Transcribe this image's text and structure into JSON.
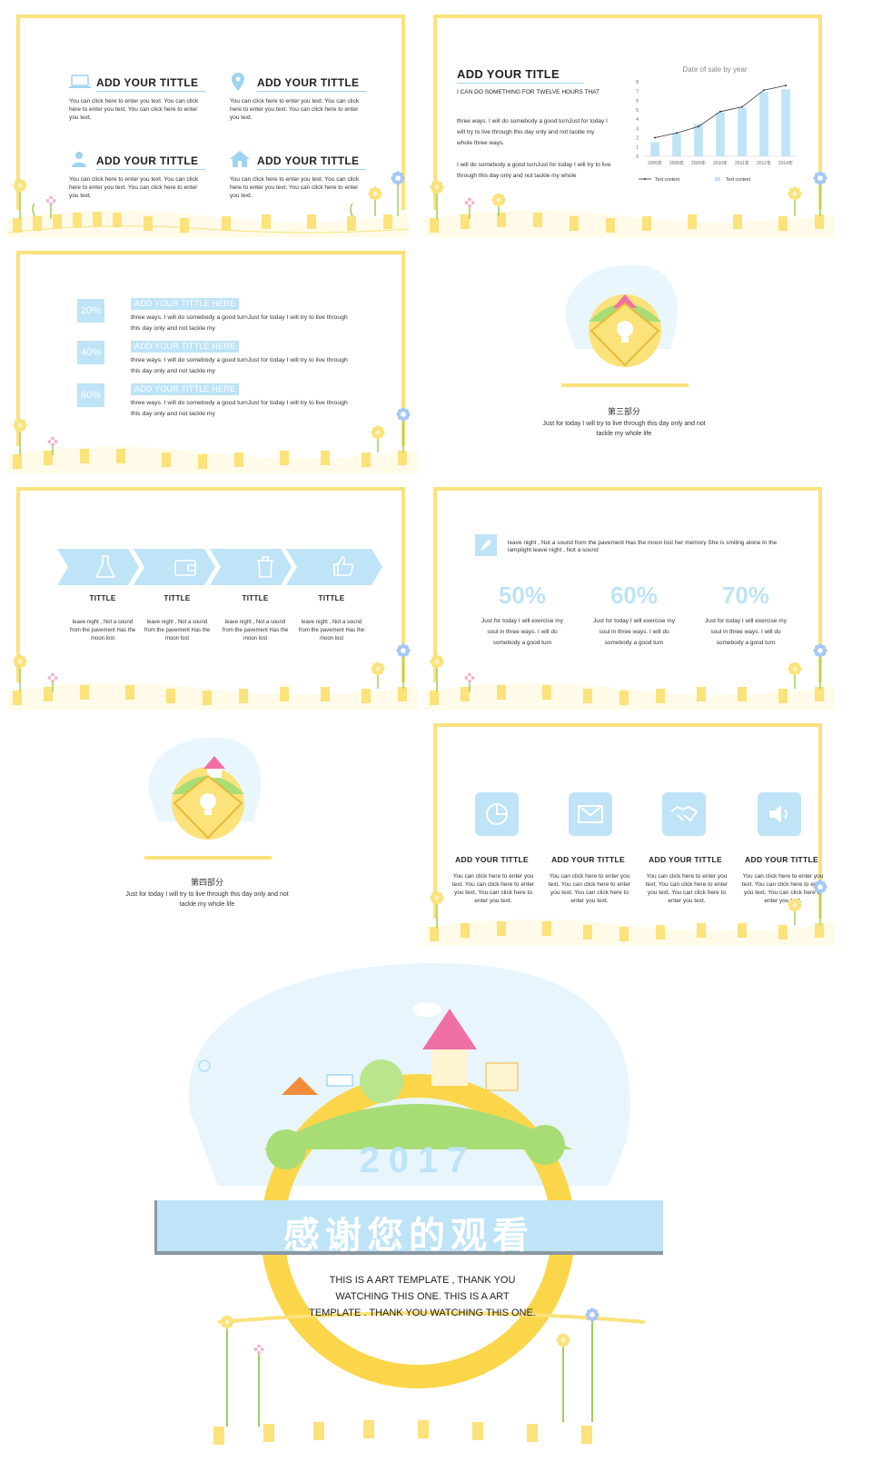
{
  "colors": {
    "accent_yellow": "#fbe27a",
    "accent_blue": "#bfe3f7",
    "chart_line": "#333333",
    "chart_bar": "#bfe3f7"
  },
  "slide1": {
    "items": [
      {
        "icon": "laptop-icon",
        "title": "ADD  YOUR TITTLE",
        "text": "You can click here to enter you text. You can click here to enter you text. You can click here to enter you text."
      },
      {
        "icon": "location-pin-icon",
        "title": "ADD  YOUR TITTLE",
        "text": "You can click here to enter you text. You can click here to enter you text. You can click here to enter you text."
      },
      {
        "icon": "user-icon",
        "title": "ADD  YOUR TITTLE",
        "text": "You can click here to enter you text. You can click here to enter you text. You can click here to enter you text."
      },
      {
        "icon": "house-icon",
        "title": "ADD  YOUR TITTLE",
        "text": "You can click here to enter you text. You can click here to enter you text. You can click here to enter you text."
      }
    ]
  },
  "slide2": {
    "title": "ADD YOUR TITLE",
    "subtitle": "I CAN DO SOMETHING FOR TWELVE HOURS THAT",
    "para1": "three ways. I will do somebody a good turnJust for today I will try to live through this day only and not tackle my whole three ways.",
    "para2": "I will do somebody a good turnJust for today I will try to live through this day only and not tackle my whole"
  },
  "chart_data": {
    "type": "bar",
    "title": "Date of sale by year",
    "categories": [
      "2005年",
      "2008年",
      "2009年",
      "2010年",
      "2011年",
      "2012年",
      "2014年"
    ],
    "ylim": [
      0,
      8
    ],
    "yticks": [
      "0",
      "1",
      "2",
      "3",
      "4",
      "5",
      "6",
      "7",
      "8"
    ],
    "series": [
      {
        "name": "Text content",
        "kind": "bar",
        "values": [
          1.5,
          2.5,
          3.5,
          4.7,
          5.2,
          6.9,
          7.2
        ]
      },
      {
        "name": "Text content",
        "kind": "line",
        "values": [
          2.0,
          2.5,
          3.2,
          4.8,
          5.3,
          7.1,
          7.6
        ]
      }
    ],
    "legend": "bottom"
  },
  "slide3": {
    "rows": [
      {
        "pct": "20%",
        "label": "ADD YOUR TITTLE HERE",
        "text": "three ways. I will do somebody a good turnJust for today I will try to live through this day only and not tackle my"
      },
      {
        "pct": "40%",
        "label": "ADD YOUR TITTLE HERE",
        "text": "three ways. I will do somebody a good turnJust for today I will try to live through this day only and not tackle my"
      },
      {
        "pct": "60%",
        "label": "ADD YOUR TITTLE HERE",
        "text": "three ways. I will do somebody a good turnJust for today I will try to live through this day only and not tackle my"
      }
    ]
  },
  "slide4": {
    "section": "第三部分",
    "text": "Just for today I will try to live through this day only and not tackle my whole life"
  },
  "slide5": {
    "steps": [
      {
        "icon": "flask-icon",
        "title": "TITTLE",
        "text": "leave night , Not a sound from the pavement Has the moon lost"
      },
      {
        "icon": "wallet-icon",
        "title": "TITTLE",
        "text": "leave night , Not a sound from the pavement Has the moon lost"
      },
      {
        "icon": "trash-icon",
        "title": "TITTLE",
        "text": "leave night , Not a sound from the pavement Has the moon lost"
      },
      {
        "icon": "thumbs-up-icon",
        "title": "TITTLE",
        "text": "leave night , Not a sound from the pavement Has the moon lost"
      }
    ]
  },
  "slide6": {
    "intro": "leave night , Not a sound from the pavement Has the moon lost her memory She is smiling alone In the lamplight leave night , Not a sound",
    "stats": [
      {
        "value": "50%",
        "text": "Just for today I will exercise my soul in three ways. I will do somebody a good turn"
      },
      {
        "value": "60%",
        "text": "Just for today I will exercise my soul in three ways. I will do somebody a good turn"
      },
      {
        "value": "70%",
        "text": "Just for today I will exercise my soul in three ways. I will do somebody a good turn"
      }
    ]
  },
  "slide7": {
    "section": "第四部分",
    "text": "Just for today I will try to live through this day only and not tackle my whole life"
  },
  "slide8": {
    "items": [
      {
        "icon": "pie-chart-icon",
        "title": "ADD YOUR TITTLE",
        "text": "You can click here to enter you text. You can click here to enter you text. You can click here to enter you text."
      },
      {
        "icon": "envelope-icon",
        "title": "ADD YOUR TITTLE",
        "text": "You can click here to enter you text. You can click here to enter you text. You can click here to enter you text."
      },
      {
        "icon": "handshake-icon",
        "title": "ADD YOUR TITTLE",
        "text": "You can click here to enter you text. You can click here to enter you text. You can click here to enter you text."
      },
      {
        "icon": "speaker-icon",
        "title": "ADD YOUR TITTLE",
        "text": "You can click here to enter you text. You can click here to enter you text. You can click here to enter you text."
      }
    ]
  },
  "final": {
    "year": "2017",
    "thanks": "感谢您的观看",
    "caption": "THIS IS A ART TEMPLATE , THANK YOU WATCHING THIS ONE. THIS IS A ART TEMPLATE . THANK YOU WATCHING THIS ONE."
  }
}
